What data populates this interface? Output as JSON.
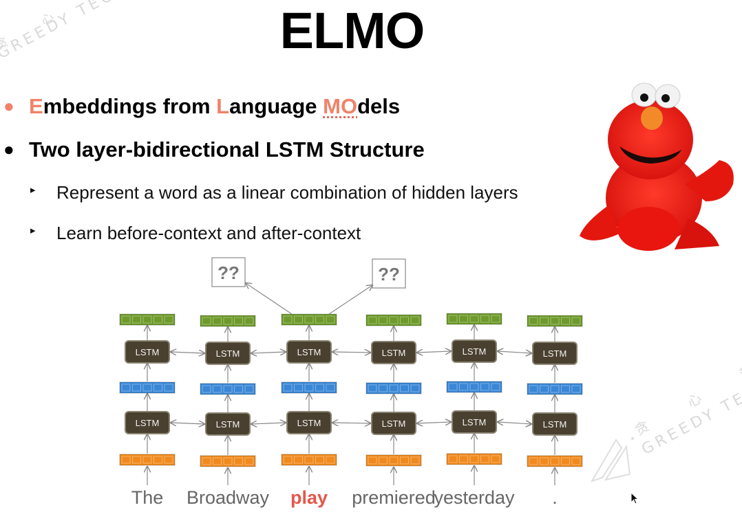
{
  "watermark": {
    "text": "GREEDY TECHNOLOGY",
    "text_partial_bottom": "GREEDY TECH",
    "cn": "贪 心 科"
  },
  "slide": {
    "title": "ELMO",
    "bullets": [
      {
        "parts": [
          {
            "text": "E",
            "highlight": true
          },
          {
            "text": "mbeddings from ",
            "highlight": false
          },
          {
            "text": "L",
            "highlight": true
          },
          {
            "text": "anguage ",
            "highlight": false
          },
          {
            "text": "MO",
            "highlight": true
          },
          {
            "text": "dels",
            "highlight": false
          }
        ],
        "full_text": "Embeddings from Language MOdels"
      },
      {
        "full_text": "Two layer-bidirectional LSTM Structure",
        "subitems": [
          "Represent a word as a linear combination of hidden layers",
          "Learn before-context and after-context"
        ]
      }
    ],
    "image_alt": "Elmo plush toy"
  },
  "diagram": {
    "tokens": [
      "The",
      "Broadway",
      "play",
      "premiered",
      "yesterday",
      "."
    ],
    "highlight_token_index": 2,
    "cell_label": "LSTM",
    "output_labels": [
      "??",
      "??"
    ],
    "colors": {
      "embedding": "#f08a1e",
      "hidden": "#3a87d6",
      "output": "#6e9a2c",
      "lstm": "#4a4030",
      "highlight": "#e4574b",
      "accent": "#f0826a"
    }
  }
}
